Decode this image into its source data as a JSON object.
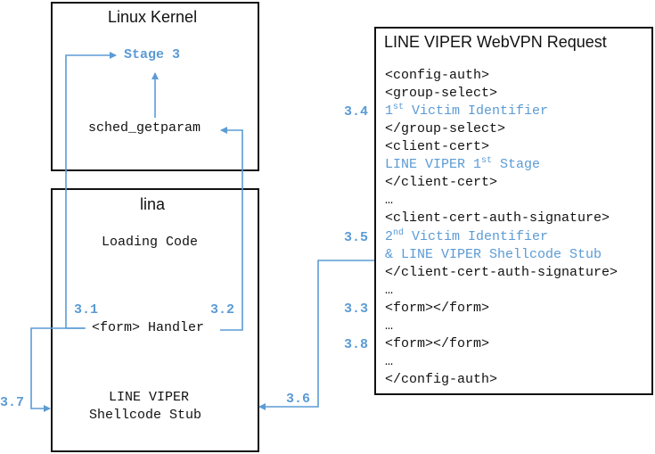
{
  "kernel": {
    "title": "Linux Kernel",
    "stage3": "Stage 3",
    "sched": "sched_getparam"
  },
  "lina": {
    "title": "lina",
    "loading": "Loading Code",
    "handler": "<form> Handler",
    "stub_line1": "LINE VIPER",
    "stub_line2": "Shellcode Stub"
  },
  "request": {
    "title": "LINE VIPER WebVPN Request",
    "lines": {
      "l1": "<config-auth>",
      "l2": "<group-select>",
      "l3a": "1",
      "l3sup": "st",
      "l3b": " Victim Identifier",
      "l4": "</group-select>",
      "l5": "<client-cert>",
      "l6a": "LINE VIPER 1",
      "l6sup": "st",
      "l6b": " Stage",
      "l7": "</client-cert>",
      "l8": "…",
      "l9": "<client-cert-auth-signature>",
      "l10a": "2",
      "l10sup": "nd",
      "l10b": " Victim Identifier",
      "l11": "& LINE VIPER Shellcode Stub",
      "l12": "</client-cert-auth-signature>",
      "l13": "…",
      "l14": "<form></form>",
      "l15": "…",
      "l16": "<form></form>",
      "l17": "…",
      "l18": "</config-auth>"
    }
  },
  "steps": {
    "s31": "3.1",
    "s32": "3.2",
    "s33": "3.3",
    "s34": "3.4",
    "s35": "3.5",
    "s36": "3.6",
    "s37": "3.7",
    "s38": "3.8"
  },
  "colors": {
    "accent": "#5b9bd5",
    "line": "#111111"
  }
}
